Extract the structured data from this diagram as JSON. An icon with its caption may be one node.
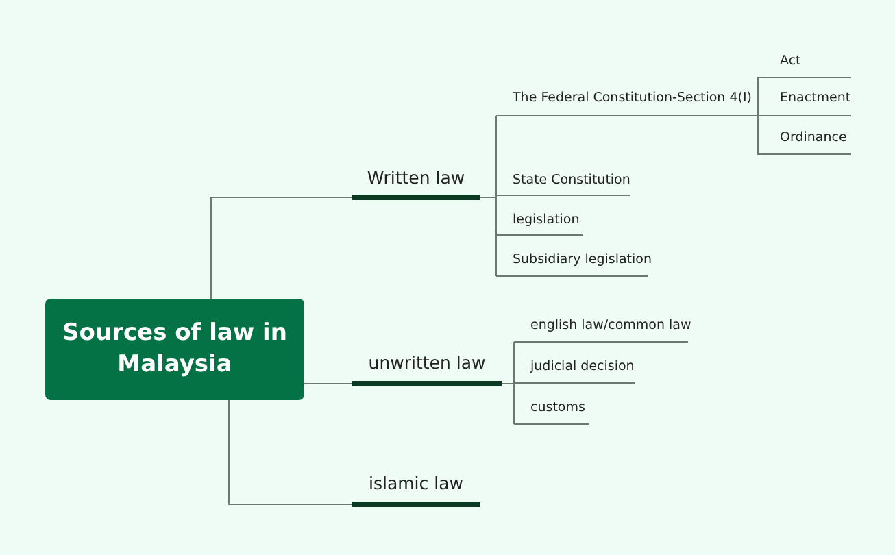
{
  "diagram": {
    "nodes": [
      {
        "text": [
          "Sources of law in Malaysia"
        ]
      },
      {
        "text": [
          "Written law"
        ]
      },
      {
        "text": [
          "unwritten law"
        ]
      },
      {
        "text": [
          "islamic law"
        ]
      },
      {
        "text": [
          "The Federal Constitution-Section 4(I)"
        ]
      },
      {
        "text": [
          "State Constitution"
        ]
      },
      {
        "text": [
          "legislation"
        ]
      },
      {
        "text": [
          "Subsidiary legislation"
        ]
      },
      {
        "text": [
          "Act"
        ]
      },
      {
        "text": [
          "Enactment"
        ]
      },
      {
        "text": [
          "Ordinance"
        ]
      },
      {
        "text": [
          "english law/common law"
        ]
      },
      {
        "text": [
          "judicial decision"
        ]
      },
      {
        "text": [
          "customs"
        ]
      }
    ],
    "edges": [
      {
        "from": 0,
        "to": 1,
        "arrow": "none"
      },
      {
        "from": 0,
        "to": 2,
        "arrow": "none"
      },
      {
        "from": 0,
        "to": 3,
        "arrow": "none"
      },
      {
        "from": 1,
        "to": 4,
        "arrow": "none"
      },
      {
        "from": 1,
        "to": 5,
        "arrow": "none"
      },
      {
        "from": 1,
        "to": 6,
        "arrow": "none"
      },
      {
        "from": 1,
        "to": 7,
        "arrow": "none"
      },
      {
        "from": 4,
        "to": 8,
        "arrow": "none"
      },
      {
        "from": 4,
        "to": 9,
        "arrow": "none"
      },
      {
        "from": 4,
        "to": 10,
        "arrow": "none"
      },
      {
        "from": 2,
        "to": 11,
        "arrow": "none"
      },
      {
        "from": 2,
        "to": 12,
        "arrow": "none"
      },
      {
        "from": 2,
        "to": 13,
        "arrow": "none"
      }
    ]
  }
}
